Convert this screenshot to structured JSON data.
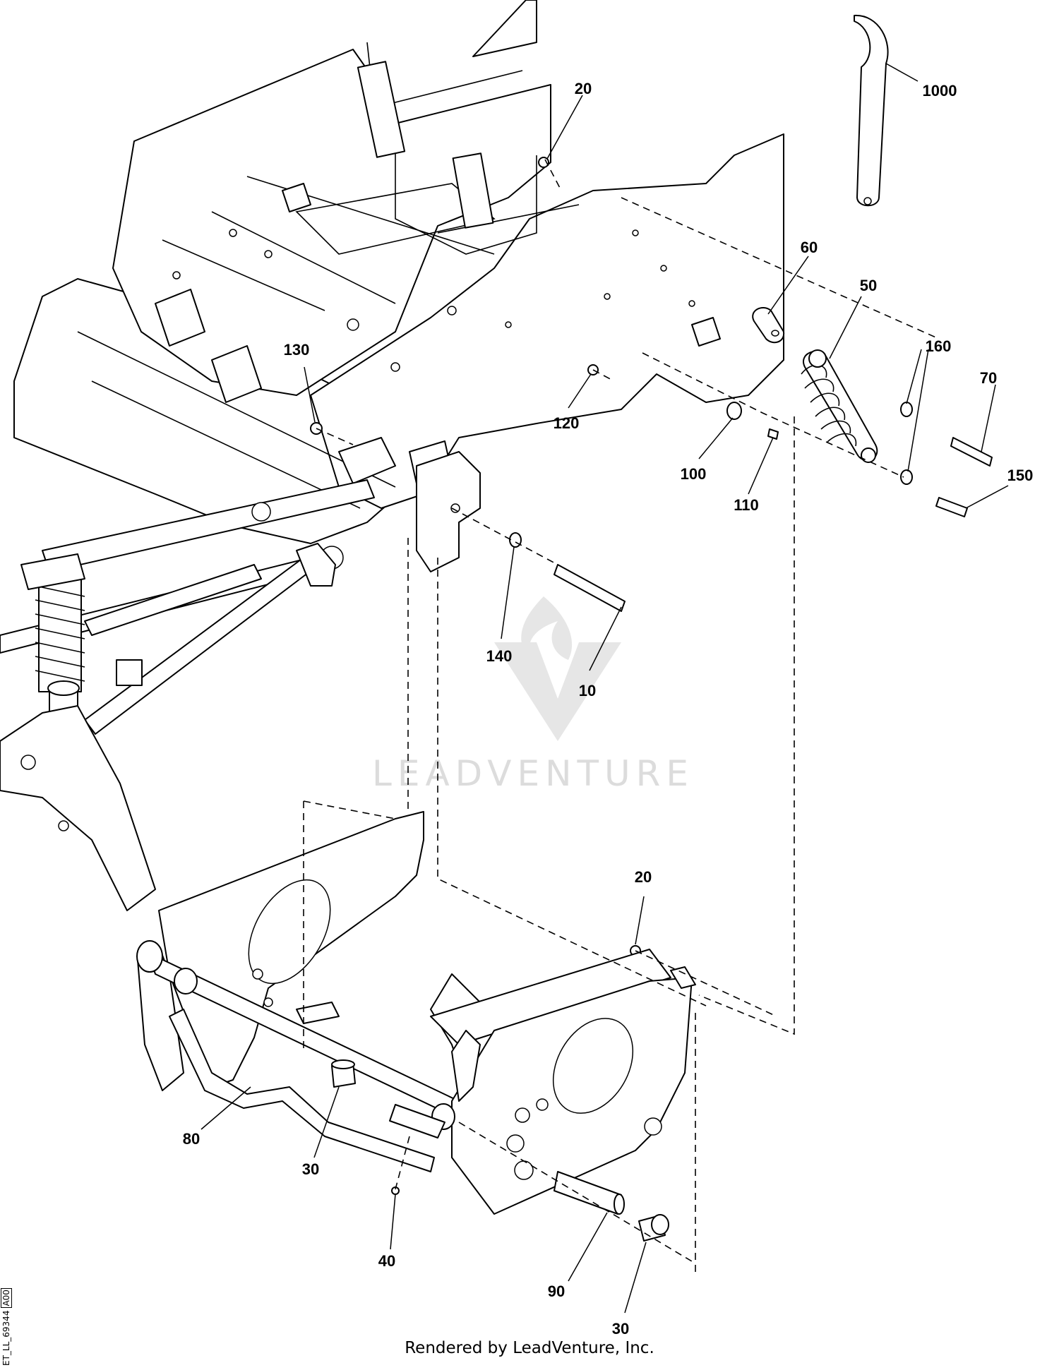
{
  "diagram": {
    "callouts": [
      {
        "id": "c1000",
        "label": "1000"
      },
      {
        "id": "c20a",
        "label": "20"
      },
      {
        "id": "c60",
        "label": "60"
      },
      {
        "id": "c50",
        "label": "50"
      },
      {
        "id": "c160",
        "label": "160"
      },
      {
        "id": "c70",
        "label": "70"
      },
      {
        "id": "c150",
        "label": "150"
      },
      {
        "id": "c130",
        "label": "130"
      },
      {
        "id": "c120",
        "label": "120"
      },
      {
        "id": "c100",
        "label": "100"
      },
      {
        "id": "c110",
        "label": "110"
      },
      {
        "id": "c140",
        "label": "140"
      },
      {
        "id": "c10",
        "label": "10"
      },
      {
        "id": "c20b",
        "label": "20"
      },
      {
        "id": "c80",
        "label": "80"
      },
      {
        "id": "c30a",
        "label": "30"
      },
      {
        "id": "c40",
        "label": "40"
      },
      {
        "id": "c90",
        "label": "90"
      },
      {
        "id": "c30b",
        "label": "30"
      }
    ]
  },
  "watermark": {
    "text": "LEADVENTURE"
  },
  "footer": {
    "text": "Rendered by LeadVenture, Inc."
  },
  "drawing_id": {
    "code": "ET_LL_69344",
    "revision": "A00"
  }
}
